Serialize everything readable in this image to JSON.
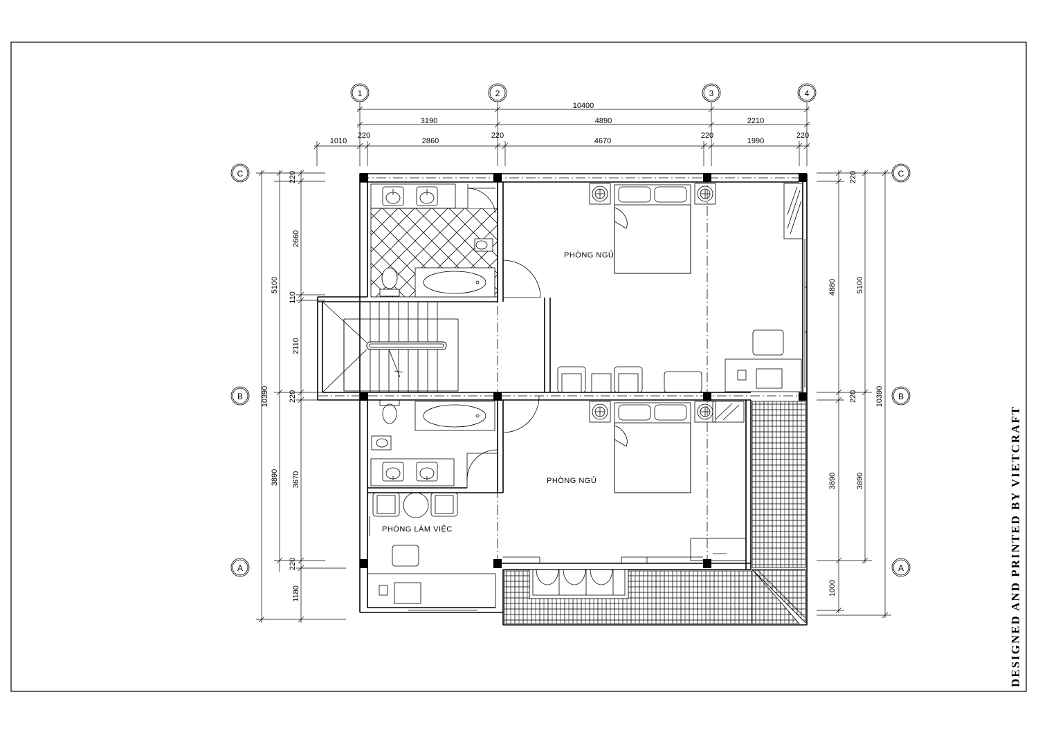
{
  "credit": "DESIGNED AND PRINTED BY VIETCRAFT",
  "grid": {
    "columns": [
      "1",
      "2",
      "3",
      "4"
    ],
    "rows_left": [
      "C",
      "B",
      "A"
    ],
    "rows_right": [
      "C",
      "B",
      "A"
    ]
  },
  "dims_top": {
    "overall": "10400",
    "row2": [
      "3190",
      "4890",
      "2210"
    ],
    "row3": [
      "1010",
      "220",
      "2860",
      "220",
      "4670",
      "220",
      "1990",
      "220"
    ]
  },
  "dims_left": {
    "overall": "10390",
    "col2": [
      "5100",
      "3890"
    ],
    "col3": [
      "220",
      "2660",
      "110",
      "2110",
      "220",
      "3670",
      "220",
      "1180"
    ]
  },
  "dims_right": {
    "overall": "10390",
    "col2": [
      "5100",
      "3890"
    ],
    "col3": [
      "220",
      "4880",
      "220",
      "3890",
      "1000"
    ]
  },
  "rooms": {
    "bedroom_top": "PHÒNG NGỦ",
    "bedroom_bottom": "PHÒNG NGỦ",
    "study": "PHÒNG LÀM VIỆC"
  }
}
